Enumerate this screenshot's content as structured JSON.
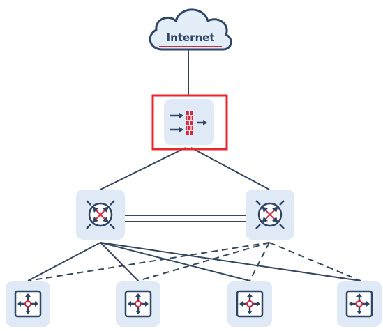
{
  "diagram": {
    "internet": {
      "label": "Internet",
      "icon": "cloud-icon"
    },
    "firewall": {
      "icon": "firewall-icon",
      "highlighted": true,
      "highlight_color": "#e8262b"
    },
    "core_switches": [
      {
        "id": "core-left",
        "icon": "core-switch-icon"
      },
      {
        "id": "core-right",
        "icon": "core-switch-icon"
      }
    ],
    "access_switches": [
      {
        "id": "access-1",
        "icon": "access-switch-icon"
      },
      {
        "id": "access-2",
        "icon": "access-switch-icon"
      },
      {
        "id": "access-3",
        "icon": "access-switch-icon"
      },
      {
        "id": "access-4",
        "icon": "access-switch-icon"
      }
    ],
    "links": [
      {
        "from": "internet",
        "to": "firewall",
        "style": "solid"
      },
      {
        "from": "firewall",
        "to": "core-left",
        "style": "solid"
      },
      {
        "from": "firewall",
        "to": "core-right",
        "style": "solid"
      },
      {
        "from": "core-left",
        "to": "core-right",
        "style": "double"
      },
      {
        "from": "core-left",
        "to": "access-1",
        "style": "solid"
      },
      {
        "from": "core-left",
        "to": "access-2",
        "style": "solid"
      },
      {
        "from": "core-left",
        "to": "access-3",
        "style": "solid"
      },
      {
        "from": "core-left",
        "to": "access-4",
        "style": "solid"
      },
      {
        "from": "core-right",
        "to": "access-1",
        "style": "dashed"
      },
      {
        "from": "core-right",
        "to": "access-2",
        "style": "dashed"
      },
      {
        "from": "core-right",
        "to": "access-3",
        "style": "dashed"
      },
      {
        "from": "core-right",
        "to": "access-4",
        "style": "dashed"
      }
    ],
    "colors": {
      "line": "#33475f",
      "tile_bg": "#dfeaf6",
      "icon_dark": "#2f4666",
      "accent_red": "#d42a3f",
      "cloud_fill": "#e4eef8"
    }
  }
}
